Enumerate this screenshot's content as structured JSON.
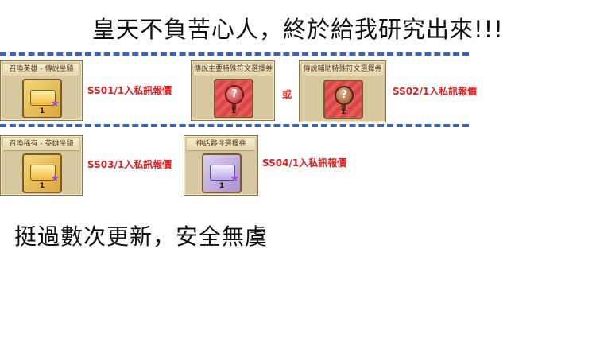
{
  "headline": "皇天不負苦心人，終於給我研究出來!!!",
  "cards": [
    {
      "title": "召喚英雄 - 傳說坐騎",
      "qty": "1"
    },
    {
      "title": "傳說主要特殊符文選擇券",
      "qty": "1"
    },
    {
      "title": "傳說輔助特殊符文選擇券",
      "qty": "1"
    },
    {
      "title": "召喚稀有 - 英雄坐騎",
      "qty": "1"
    },
    {
      "title": "神話夥伴選擇券",
      "qty": "1"
    }
  ],
  "labels": {
    "ss01": "SS01/1入私訊報價",
    "or": "或",
    "ss02": "SS02/1入私訊報價",
    "ss03": "SS03/1入私訊報價",
    "ss04": "SS04/1入私訊報價"
  },
  "orb_glyph": "?",
  "star_glyph": "★",
  "footer": "挺過數次更新，安全無虞",
  "colors": {
    "divider": "#3a64b4",
    "price_text": "#e02020"
  }
}
